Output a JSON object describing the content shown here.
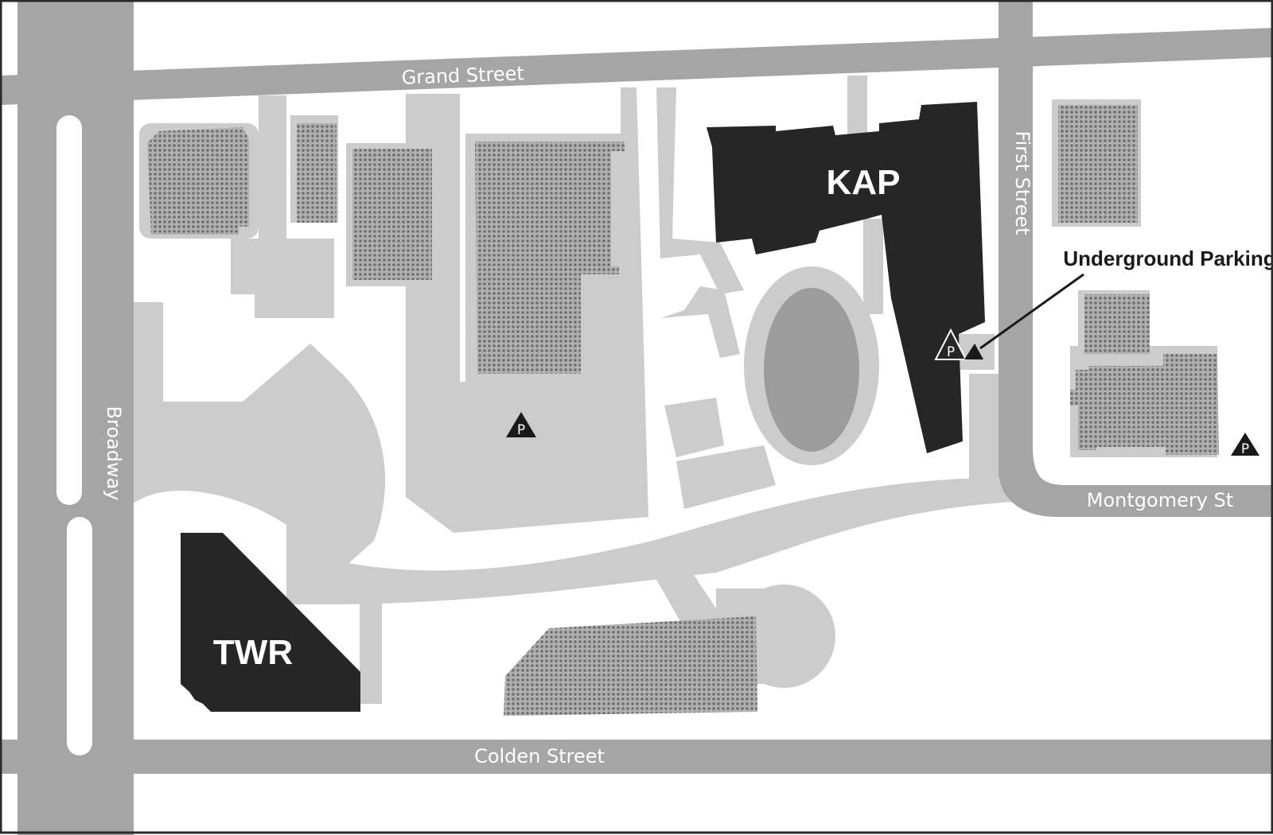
{
  "colors": {
    "road": "#a5a5a5",
    "walkway": "#cccccc",
    "building_dark": "#262626",
    "building_dotted": "#9a9a9a",
    "oval_lawn": "#9c9c9c",
    "background": "#ffffff",
    "border": "#2a2a2a"
  },
  "streets": {
    "grand": "Grand Street",
    "first": "First Street",
    "broadway": "Broadway",
    "montgomery": "Montgomery St",
    "colden": "Colden Street"
  },
  "buildings": {
    "kap": "KAP",
    "twr": "TWR"
  },
  "parking": {
    "symbol_letter": "P",
    "callout_label": "Underground Parking",
    "icon": "parking-triangle-icon"
  }
}
